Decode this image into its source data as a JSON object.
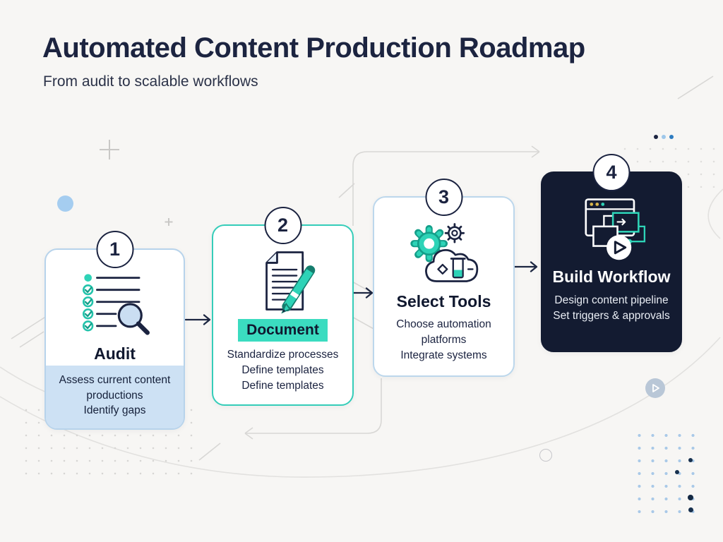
{
  "header": {
    "title": "Automated Content Production Roadmap",
    "subtitle": "From audit to scalable workflows"
  },
  "steps": [
    {
      "number": "1",
      "title": "Audit",
      "lines": [
        "Assess current content productions",
        "Identify gaps"
      ]
    },
    {
      "number": "2",
      "title": "Document",
      "lines": [
        "Standardize processes",
        "Define templates",
        "Define templates"
      ]
    },
    {
      "number": "3",
      "title": "Select Tools",
      "lines": [
        "Choose automation platforms",
        "Integrate systems"
      ]
    },
    {
      "number": "4",
      "title": "Build Workflow",
      "lines": [
        "Design content pipeline",
        "Set triggers & approvals"
      ]
    }
  ],
  "colors": {
    "background": "#f7f6f4",
    "navy_text": "#1b2340",
    "teal_accent": "#2ed3b7",
    "highlight_teal": "#3bdcc0",
    "light_blue_fill": "#cde1f4",
    "light_blue_border": "#b7d3eb",
    "dark_card_bg": "#131b31",
    "blue_dot": "#2e7cc0"
  }
}
